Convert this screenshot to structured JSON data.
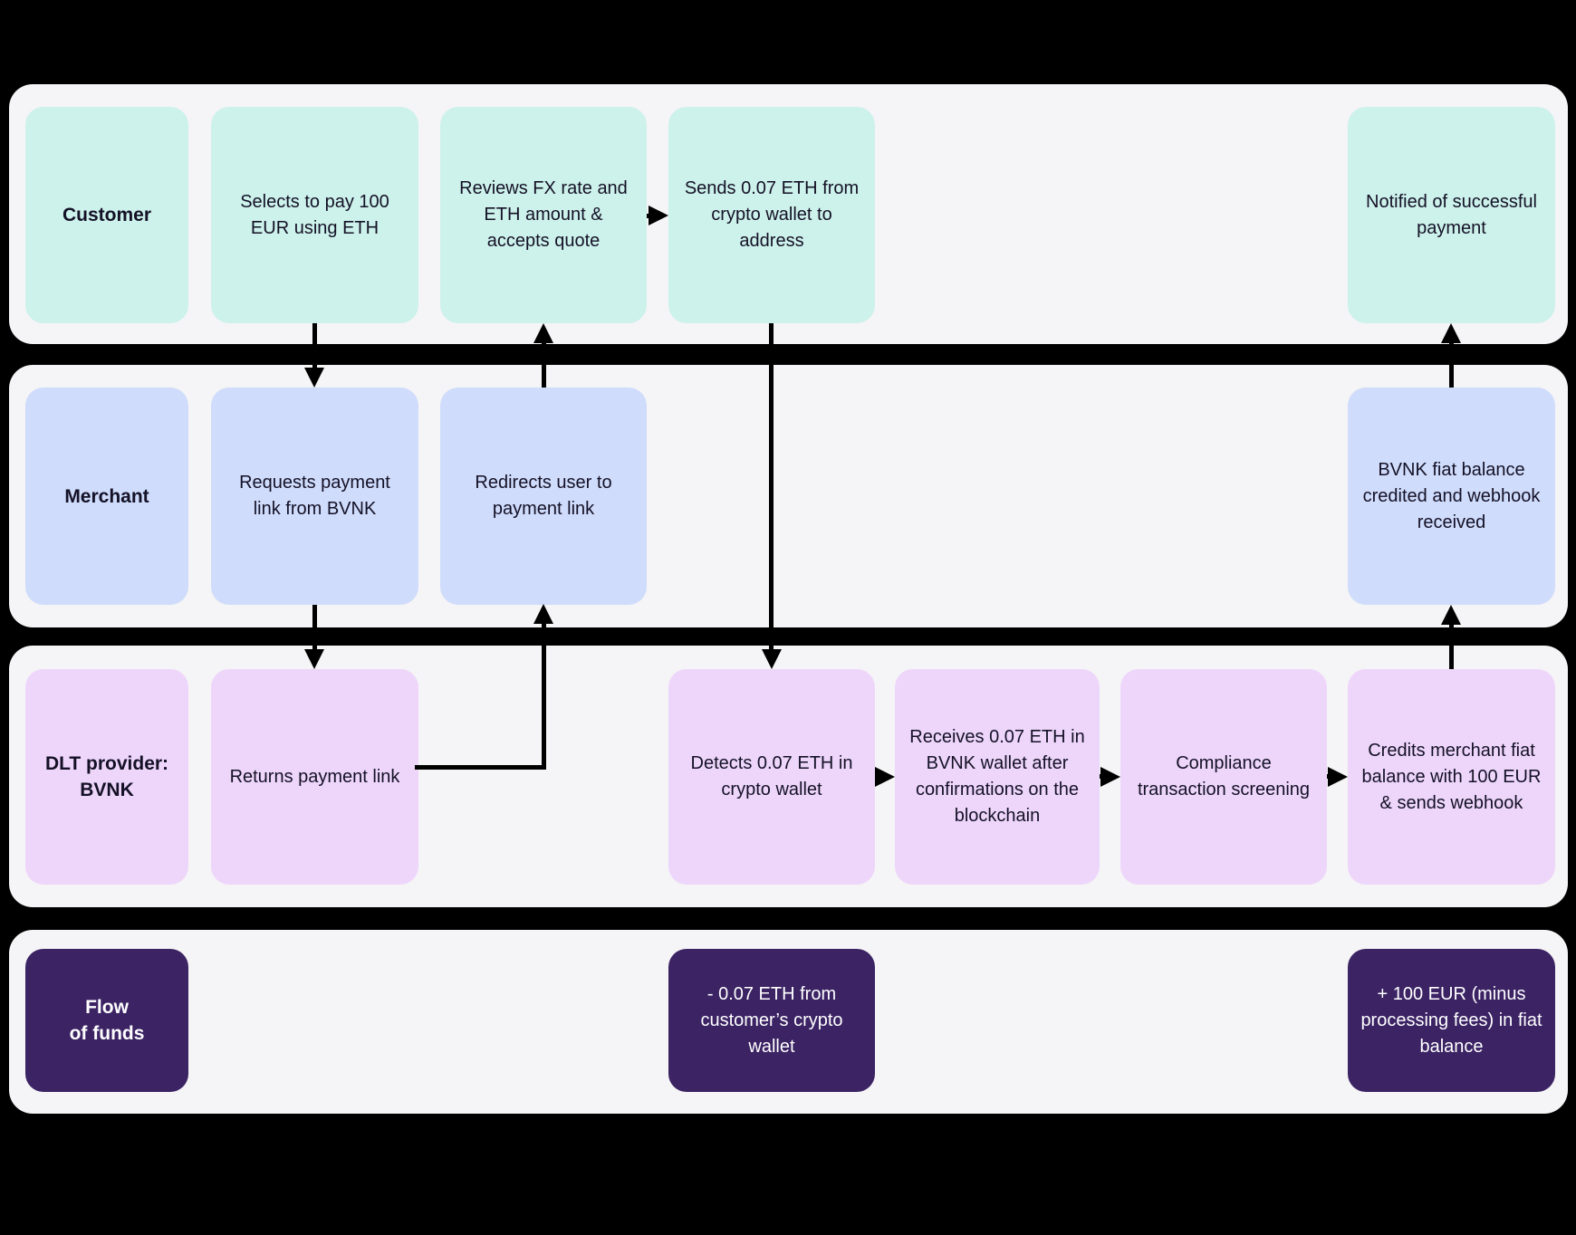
{
  "diagram_type": "swimlane-flowchart",
  "colors": {
    "page_background": "#000000",
    "lane_background": "#f5f4f6",
    "customer_step": "#cdf2eb",
    "merchant_step": "#cfdcfb",
    "dlt_step": "#eed6fb",
    "funds_step": "#3b2364",
    "text_dark": "#141126",
    "text_light": "#ffffff",
    "arrow": "#000000"
  },
  "lanes": [
    {
      "id": "customer",
      "label": "Customer",
      "steps": [
        "Selects to pay 100 EUR using ETH",
        "Reviews FX rate and ETH amount & accepts quote",
        "Sends 0.07 ETH from crypto wallet to address",
        "Notified of successful payment"
      ]
    },
    {
      "id": "merchant",
      "label": "Merchant",
      "steps": [
        "Requests payment link from BVNK",
        "Redirects user to payment link",
        "BVNK fiat balance credited and webhook received"
      ]
    },
    {
      "id": "dlt-provider",
      "label": "DLT provider:\nBVNK",
      "steps": [
        "Returns payment link",
        "Detects 0.07 ETH in crypto wallet",
        "Receives 0.07 ETH in BVNK wallet after confirmations on the blockchain",
        "Compliance transaction screening",
        "Credits merchant fiat balance with 100 EUR & sends webhook"
      ]
    },
    {
      "id": "flow-of-funds",
      "label": "Flow\nof funds",
      "steps": [
        "- 0.07 ETH from customer’s crypto wallet",
        "+ 100 EUR (minus processing fees) in fiat balance"
      ]
    }
  ],
  "flow_edges": [
    {
      "from": "Selects to pay 100 EUR using ETH",
      "to": "Requests payment link from BVNK"
    },
    {
      "from": "Requests payment link from BVNK",
      "to": "Returns payment link"
    },
    {
      "from": "Returns payment link",
      "to": "Redirects user to payment link"
    },
    {
      "from": "Redirects user to payment link",
      "to": "Reviews FX rate and ETH amount & accepts quote"
    },
    {
      "from": "Reviews FX rate and ETH amount & accepts quote",
      "to": "Sends 0.07 ETH from crypto wallet to address"
    },
    {
      "from": "Sends 0.07 ETH from crypto wallet to address",
      "to": "Detects 0.07 ETH in crypto wallet"
    },
    {
      "from": "Detects 0.07 ETH in crypto wallet",
      "to": "Receives 0.07 ETH in BVNK wallet after confirmations on the blockchain"
    },
    {
      "from": "Receives 0.07 ETH in BVNK wallet after confirmations on the blockchain",
      "to": "Compliance transaction screening"
    },
    {
      "from": "Compliance transaction screening",
      "to": "Credits merchant fiat balance with 100 EUR & sends webhook"
    },
    {
      "from": "Credits merchant fiat balance with 100 EUR & sends webhook",
      "to": "BVNK fiat balance credited and webhook received"
    },
    {
      "from": "BVNK fiat balance credited and webhook received",
      "to": "Notified of successful payment"
    }
  ]
}
